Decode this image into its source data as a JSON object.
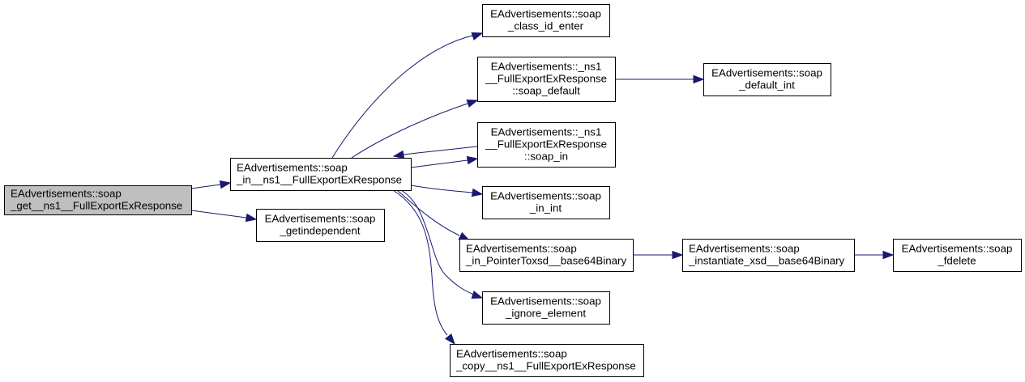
{
  "diagram": {
    "type": "call-graph",
    "colors": {
      "edge": "#191970",
      "root_fill": "#bfbfbf",
      "node_fill": "#ffffff",
      "border": "#000000"
    },
    "nodes": [
      {
        "id": "root",
        "lines": [
          "EAdvertisements::soap",
          "_get__ns1__FullExportExResponse"
        ],
        "align": "left",
        "root": true
      },
      {
        "id": "soap_in_ns1",
        "lines": [
          "EAdvertisements::soap",
          "_in__ns1__FullExportExResponse"
        ],
        "align": "left"
      },
      {
        "id": "getindependent",
        "lines": [
          "EAdvertisements::soap",
          "_getindependent"
        ],
        "align": "center"
      },
      {
        "id": "class_id_enter",
        "lines": [
          "EAdvertisements::soap",
          "_class_id_enter"
        ],
        "align": "center"
      },
      {
        "id": "ns1_soap_default",
        "lines": [
          "EAdvertisements::_ns1",
          "__FullExportExResponse",
          "::soap_default"
        ],
        "align": "center"
      },
      {
        "id": "ns1_soap_in",
        "lines": [
          "EAdvertisements::_ns1",
          "__FullExportExResponse",
          "::soap_in"
        ],
        "align": "center"
      },
      {
        "id": "in_int",
        "lines": [
          "EAdvertisements::soap",
          "_in_int"
        ],
        "align": "center"
      },
      {
        "id": "in_pointer",
        "lines": [
          "EAdvertisements::soap",
          "_in_PointerToxsd__base64Binary"
        ],
        "align": "left"
      },
      {
        "id": "ignore_element",
        "lines": [
          "EAdvertisements::soap",
          "_ignore_element"
        ],
        "align": "center"
      },
      {
        "id": "copy",
        "lines": [
          "EAdvertisements::soap",
          "_copy__ns1__FullExportExResponse"
        ],
        "align": "left"
      },
      {
        "id": "default_int",
        "lines": [
          "EAdvertisements::soap",
          "_default_int"
        ],
        "align": "center"
      },
      {
        "id": "instantiate",
        "lines": [
          "EAdvertisements::soap",
          "_instantiate_xsd__base64Binary"
        ],
        "align": "left"
      },
      {
        "id": "fdelete",
        "lines": [
          "EAdvertisements::soap",
          "_fdelete"
        ],
        "align": "center"
      }
    ],
    "edges": [
      {
        "from": "root",
        "to": "soap_in_ns1"
      },
      {
        "from": "root",
        "to": "getindependent"
      },
      {
        "from": "soap_in_ns1",
        "to": "class_id_enter"
      },
      {
        "from": "soap_in_ns1",
        "to": "ns1_soap_default"
      },
      {
        "from": "soap_in_ns1",
        "to": "ns1_soap_in"
      },
      {
        "from": "ns1_soap_in",
        "to": "soap_in_ns1"
      },
      {
        "from": "soap_in_ns1",
        "to": "in_int"
      },
      {
        "from": "soap_in_ns1",
        "to": "in_pointer"
      },
      {
        "from": "soap_in_ns1",
        "to": "ignore_element"
      },
      {
        "from": "soap_in_ns1",
        "to": "copy"
      },
      {
        "from": "ns1_soap_default",
        "to": "default_int"
      },
      {
        "from": "in_pointer",
        "to": "instantiate"
      },
      {
        "from": "instantiate",
        "to": "fdelete"
      }
    ]
  }
}
